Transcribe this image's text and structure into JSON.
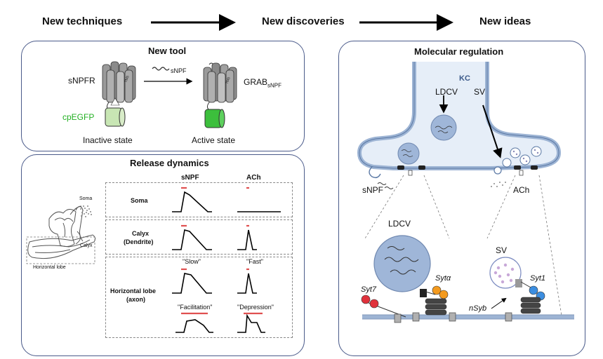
{
  "header": {
    "step1": "New techniques",
    "step2": "New discoveries",
    "step3": "New ideas"
  },
  "new_tool": {
    "title": "New tool",
    "receptor_label": "sNPFR",
    "fluor_label": "cpEGFP",
    "ligand_label": "sNPF",
    "sensor_label": "GRAB",
    "sensor_subscript": "sNPF",
    "tm_label": "TM5",
    "inactive": "Inactive state",
    "active": "Active state",
    "colors": {
      "inactive_gfp": "#c8e6b4",
      "active_gfp": "#3cbf3c"
    }
  },
  "release_dynamics": {
    "title": "Release dynamics",
    "col_snpf": "sNPF",
    "col_ach": "ACh",
    "neuron_soma": "Soma",
    "neuron_calyx": "Calyx",
    "neuron_lobe": "Horizontal lobe",
    "row_soma": "Soma",
    "row_calyx_1": "Calyx",
    "row_calyx_2": "(Dendrite)",
    "row_lobe_1": "Horizontal lobe",
    "row_lobe_2": "(axon)",
    "slow": "\"Slow\"",
    "fast": "\"Fast\"",
    "facilitation": "\"Facilitation\"",
    "depression": "\"Depression\""
  },
  "molecular": {
    "title": "Molecular regulation",
    "kc": "KC",
    "ldcv": "LDCV",
    "sv": "SV",
    "snpf": "sNPF",
    "ach": "ACh",
    "ldcv_zoom": "LDCV",
    "sv_zoom": "SV",
    "syt7": "Syt7",
    "syta": "Sytα",
    "nsyb": "nSyb",
    "syt1": "Syt1",
    "colors": {
      "membrane": "#b8cce4",
      "vesicle": "#9fb6d8",
      "syt7": "#e0323c",
      "syta": "#f39a1e",
      "syt1": "#3c8ee0"
    }
  }
}
